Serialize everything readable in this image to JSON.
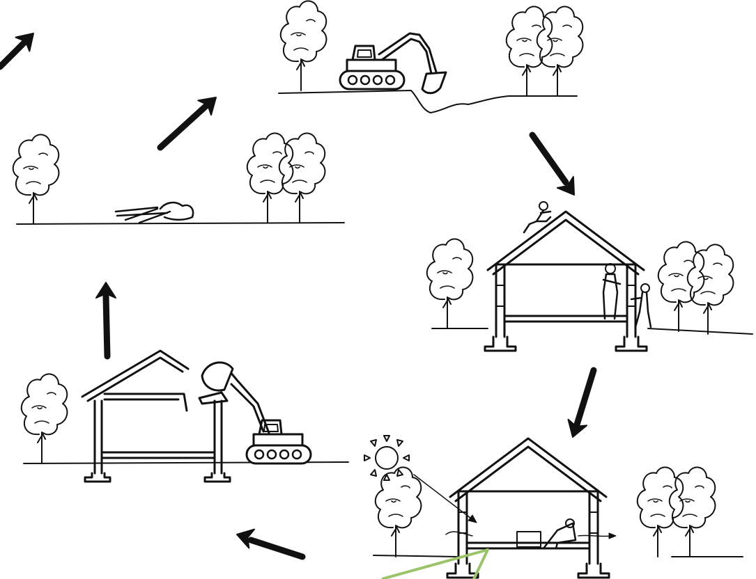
{
  "diagram": {
    "stages": [
      {
        "name": "excavation-site",
        "icons": [
          "tree-icon",
          "excavator-icon",
          "tree-icon"
        ]
      },
      {
        "name": "construction-site",
        "icons": [
          "roofer-icon",
          "worker-icon",
          "worker-icon",
          "tree-icon"
        ]
      },
      {
        "name": "occupied-house",
        "icons": [
          "sun-icon",
          "person-reading-icon",
          "air-flow-icon",
          "tree-icon"
        ]
      },
      {
        "name": "demolition-site",
        "icons": [
          "excavator-icon",
          "tree-icon"
        ]
      },
      {
        "name": "cleared-site",
        "icons": [
          "debris-pile-icon",
          "tree-icon"
        ]
      }
    ],
    "cycle_arrows": [
      "cycle-arrow-icon"
    ],
    "colors": {
      "ink": "#111111",
      "highlight": "#9bc46a",
      "background": "#ffffff"
    }
  }
}
